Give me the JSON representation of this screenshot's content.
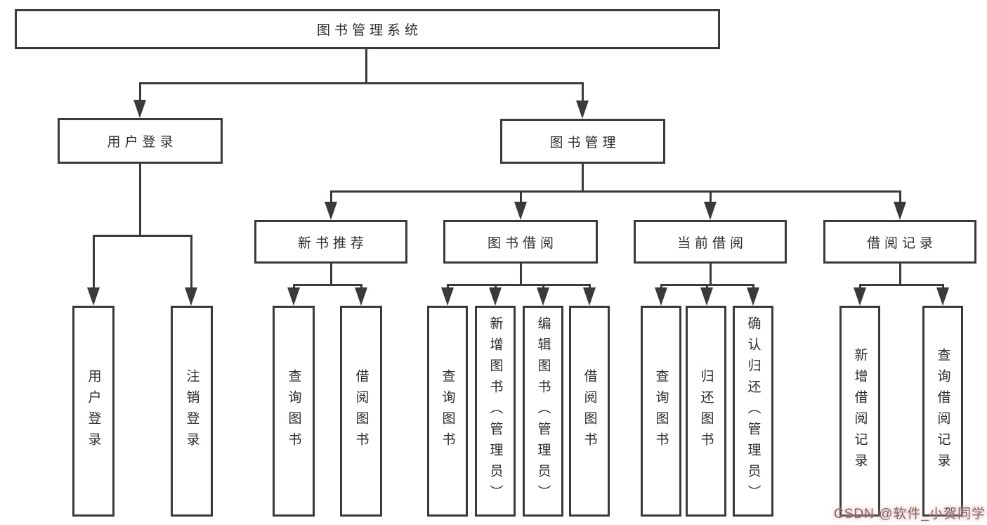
{
  "tree": {
    "label": "图书管理系统",
    "children": [
      {
        "label": "用户登录",
        "children": [
          {
            "label": "用户登录"
          },
          {
            "label": "注销登录"
          }
        ]
      },
      {
        "label": "图书管理",
        "children": [
          {
            "label": "新书推荐",
            "children": [
              {
                "label": "查询图书"
              },
              {
                "label": "借阅图书"
              }
            ]
          },
          {
            "label": "图书借阅",
            "children": [
              {
                "label": "查询图书"
              },
              {
                "label": "新增图书（管理员）"
              },
              {
                "label": "编辑图书（管理员）"
              },
              {
                "label": "借阅图书"
              }
            ]
          },
          {
            "label": "当前借阅",
            "children": [
              {
                "label": "查询图书"
              },
              {
                "label": "归还图书"
              },
              {
                "label": "确认归还（管理员）"
              }
            ]
          },
          {
            "label": "借阅记录",
            "children": [
              {
                "label": "新增借阅记录"
              },
              {
                "label": "查询借阅记录"
              }
            ]
          }
        ]
      }
    ]
  },
  "watermark": {
    "text": "CSDN @软件_小贺同学"
  },
  "colors": {
    "line": "#3a3a3a",
    "text": "#2d2d2d",
    "background": "#ffffff",
    "watermark_text": "#6e6e6e",
    "watermark_glow": "#f8aaaa"
  }
}
